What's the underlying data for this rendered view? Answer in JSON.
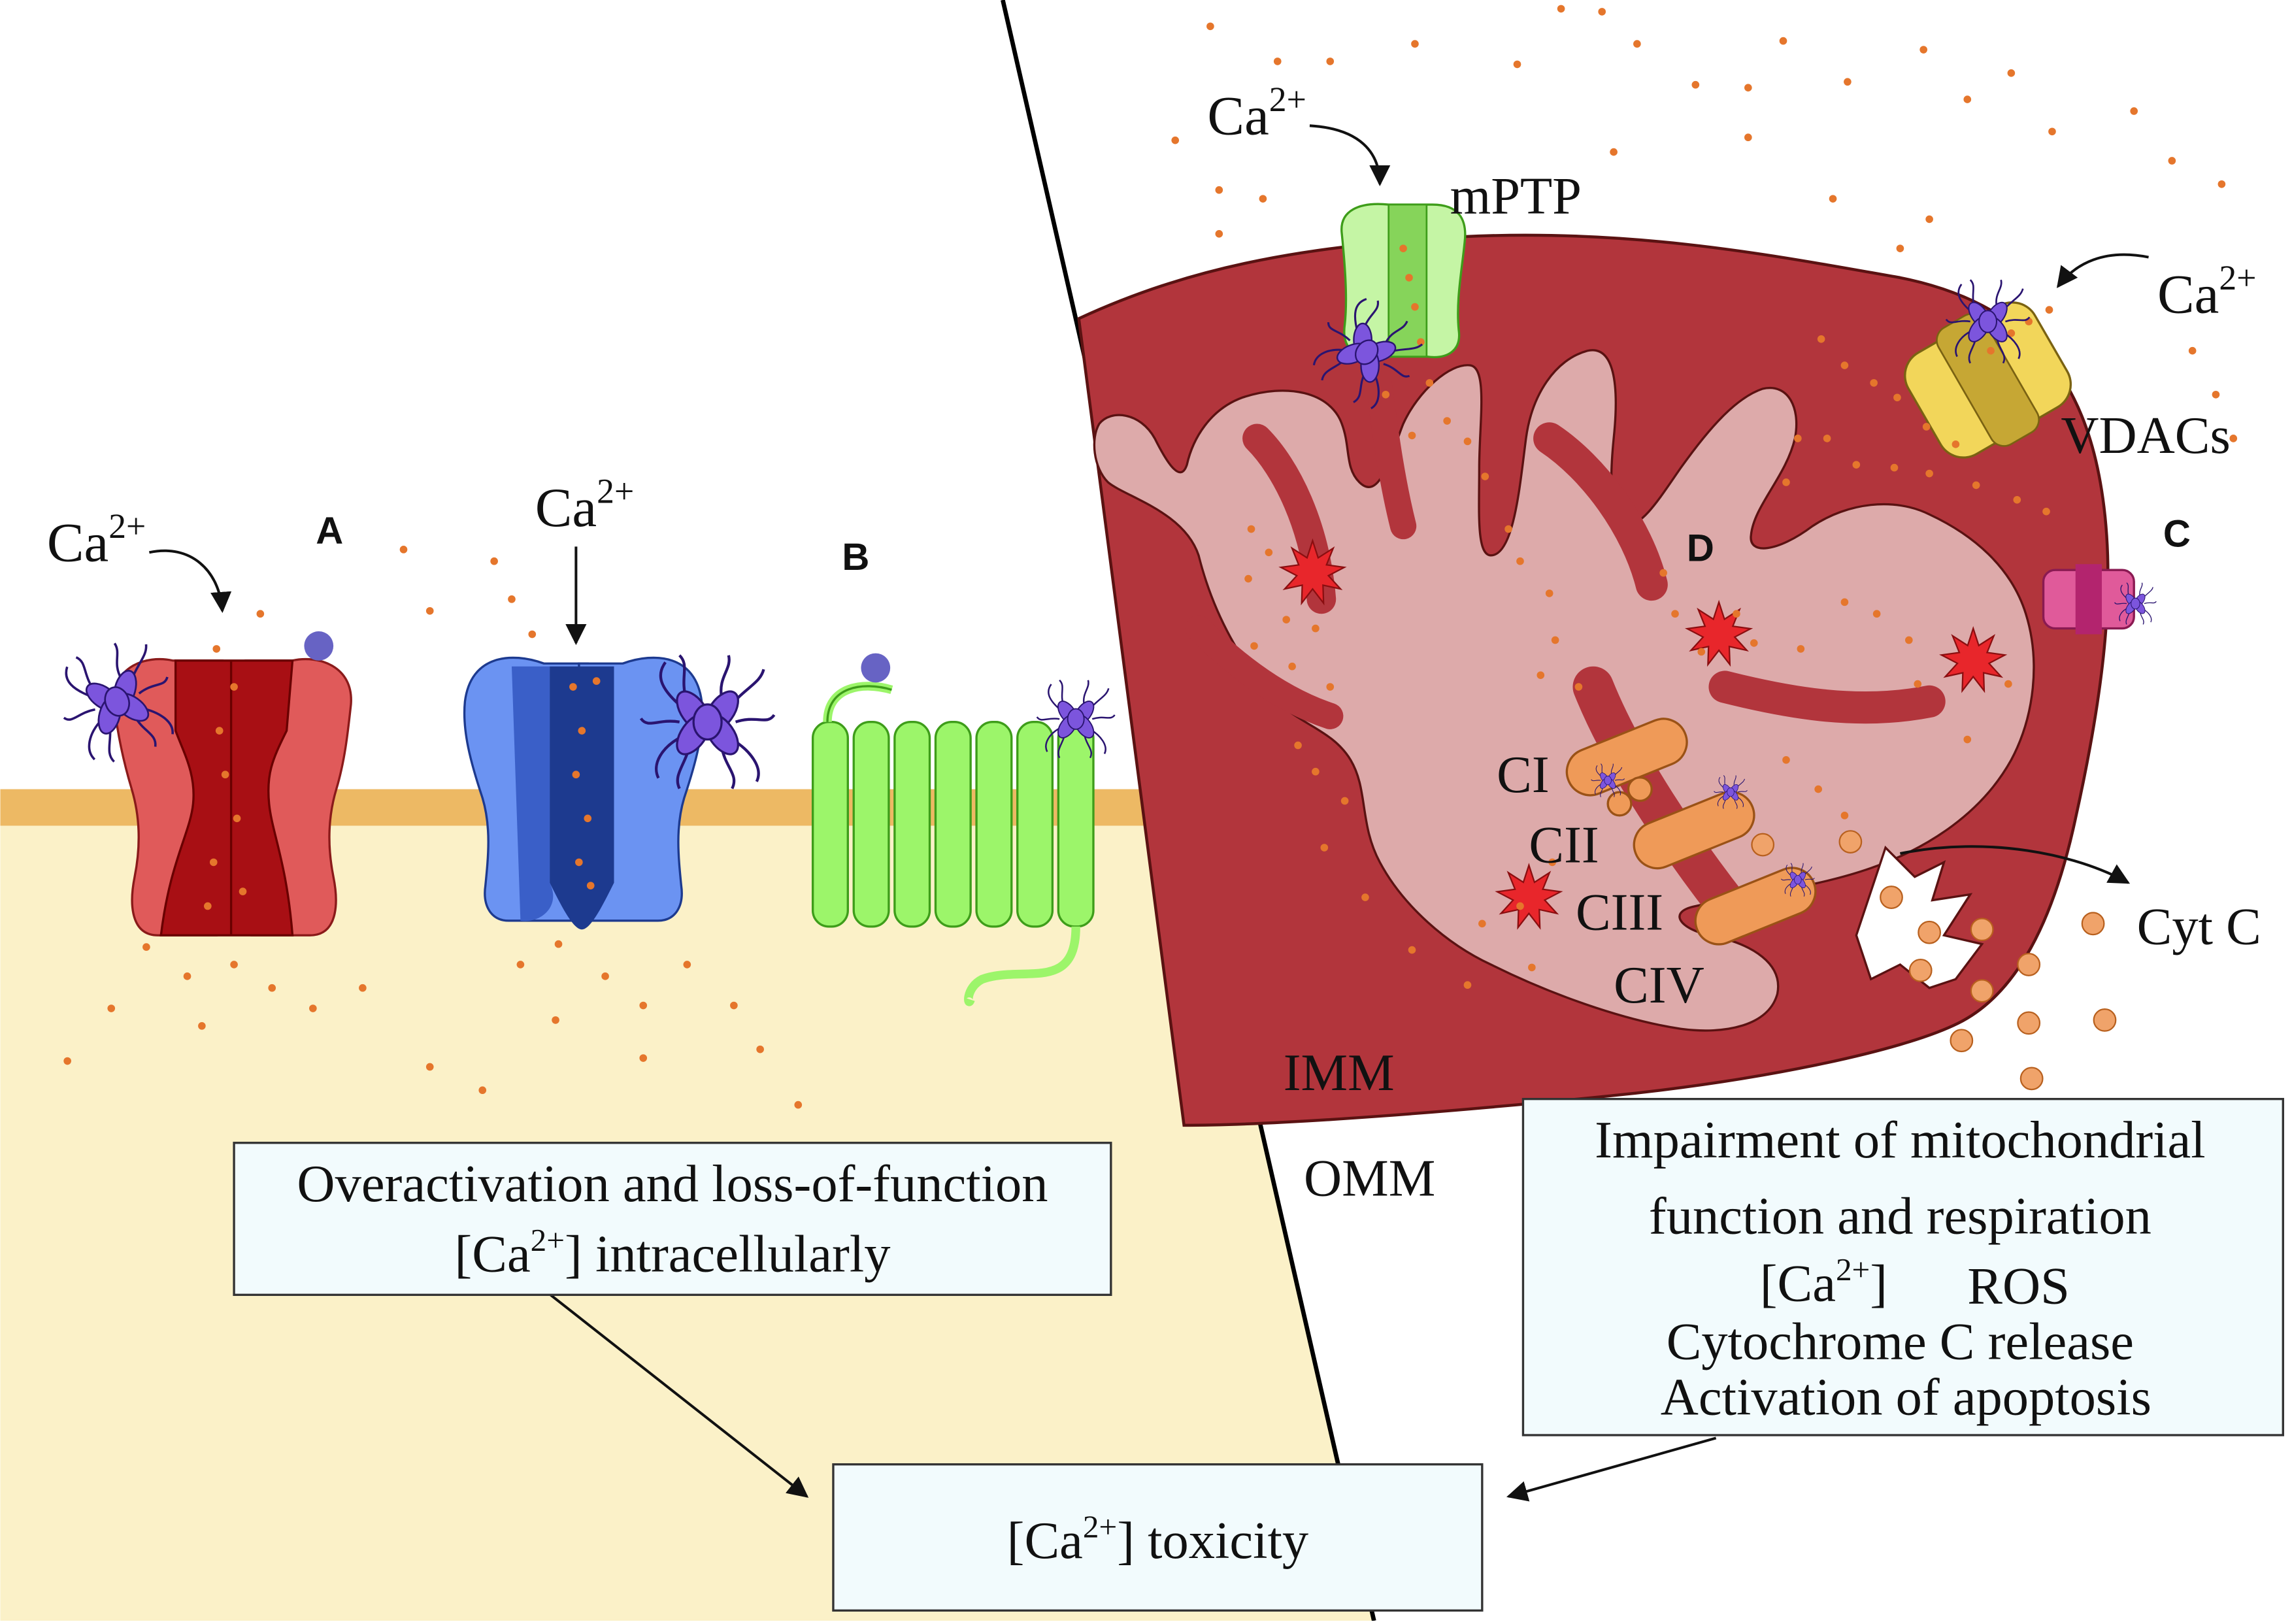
{
  "labels": {
    "ca": "Ca",
    "ca_charge": "2+",
    "panel_a": "A",
    "panel_b": "B",
    "panel_c": "C",
    "panel_d": "D",
    "mptp": "mPTP",
    "vdacs": "VDACs",
    "ci": "CI",
    "cii": "CII",
    "ciii": "CIII",
    "civ": "CIV",
    "imm": "IMM",
    "omm": "OMM",
    "cytc": "Cyt C"
  },
  "box_left": {
    "line1": "Overactivation and loss-of-function",
    "line2_open": "[Ca",
    "line2_sup": "2+",
    "line2_close": "] intracellularly"
  },
  "box_right": {
    "line1": "Impairment of mitochondrial",
    "line2": "function and respiration",
    "ca_open": "[Ca",
    "ca_sup": "2+",
    "ca_close": "]",
    "ros": "ROS",
    "line4": "Cytochrome C release",
    "line5": "Activation of apoptosis"
  },
  "box_bottom": {
    "open": "[Ca",
    "sup": "2+",
    "close": "] toxicity"
  },
  "colors": {
    "membrane": "#edb964",
    "cytosol": "#fbf1c8",
    "mito_outer": "#b2353c",
    "mito_matrix": "#ddaaaa",
    "channel_a": "#e05a5a",
    "channel_a_core": "#a80f14",
    "channel_blue": "#6b93f2",
    "channel_blue_core": "#1d3a8f",
    "receptor_green": "#9cf56a",
    "mptp": "#c5f5a5",
    "vdac": "#f2d65a",
    "ros_star": "#e8262b",
    "ion_dot": "#e5762c",
    "cytc_dot": "#f0a36a",
    "drug": "#7c55dd",
    "box_fill": "#f2fbfd"
  }
}
